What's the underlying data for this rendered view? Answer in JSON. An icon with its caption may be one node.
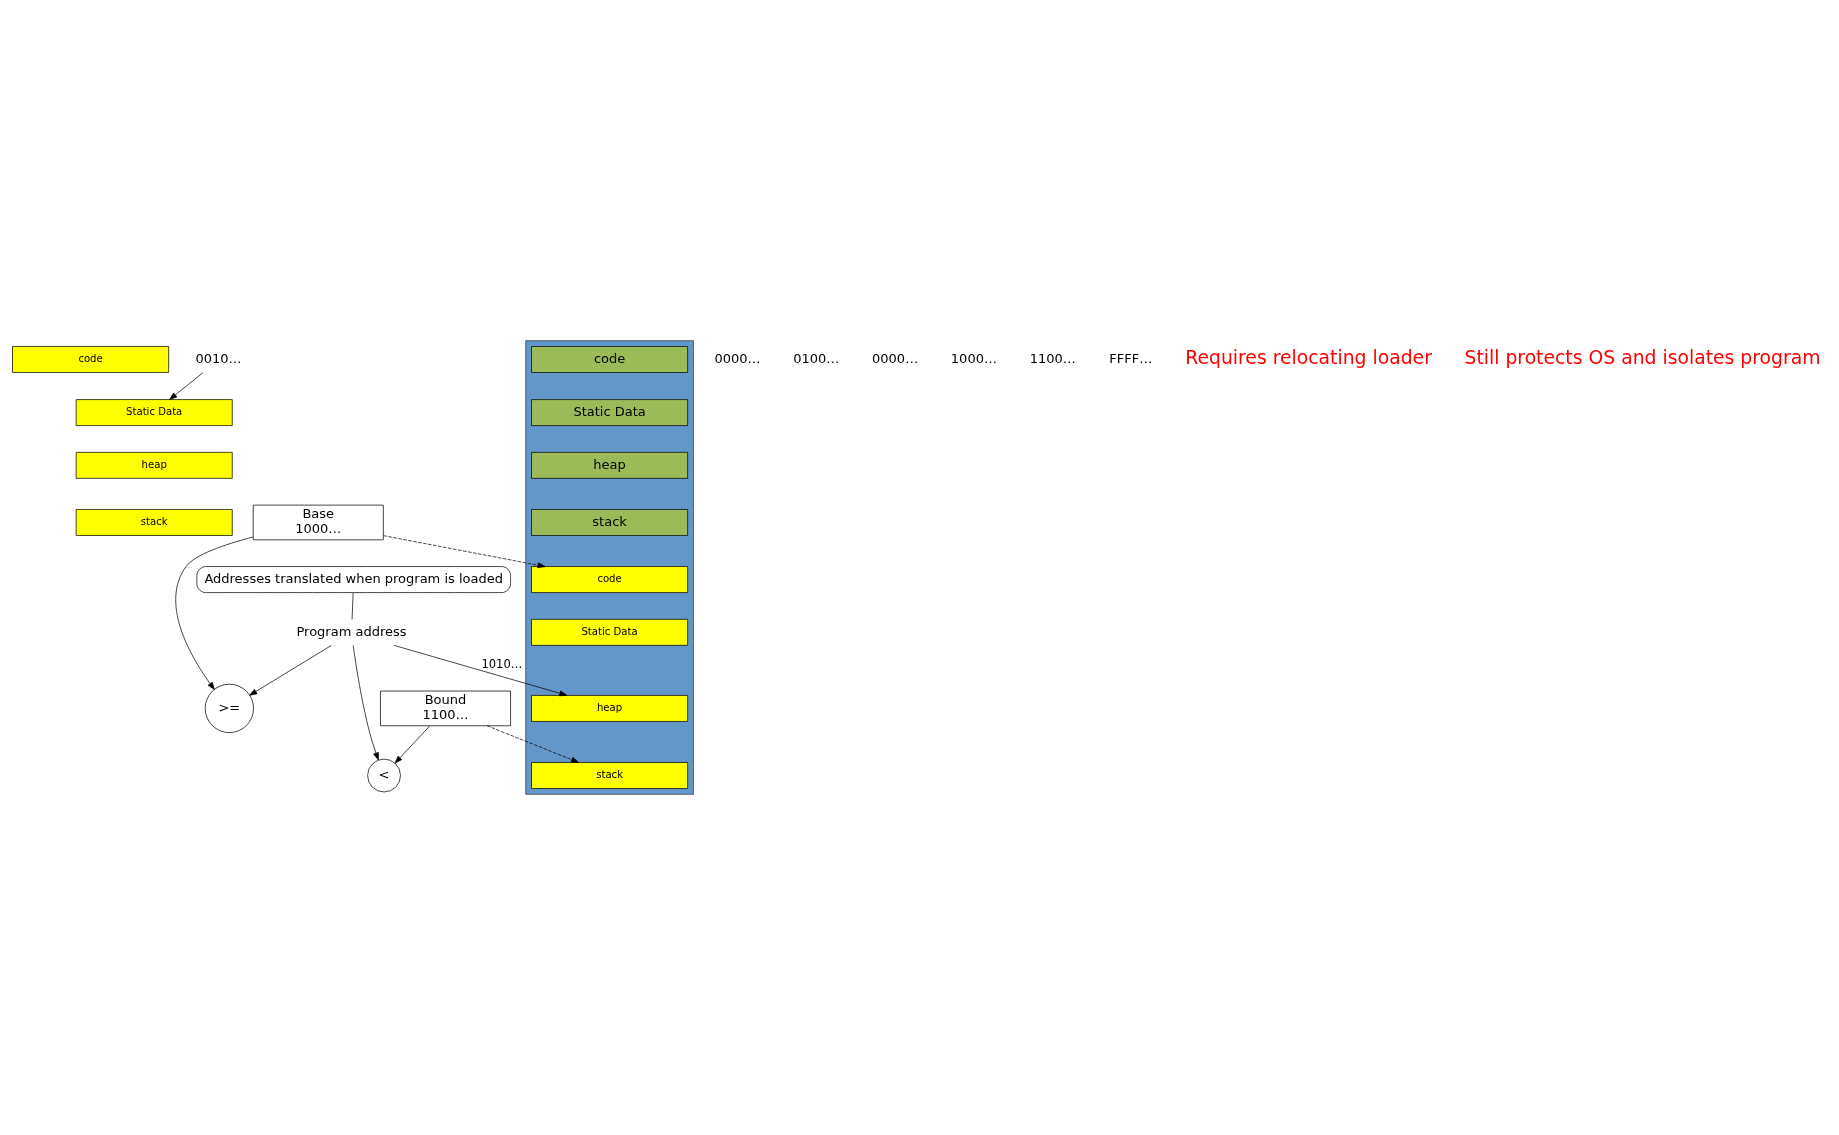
{
  "diagram": {
    "nodes": [
      {
        "text": [
          "code"
        ]
      },
      {
        "text": [
          "Static Data"
        ]
      },
      {
        "text": [
          "heap"
        ]
      },
      {
        "text": [
          "stack"
        ]
      },
      {
        "text": [],
        "shape": "box"
      },
      {
        "text": [
          "code"
        ],
        "in": 4
      },
      {
        "text": [
          "Static Data"
        ],
        "in": 4
      },
      {
        "text": [
          "heap"
        ],
        "in": 4
      },
      {
        "text": [
          "stack"
        ],
        "in": 4
      },
      {
        "text": [
          "code"
        ],
        "in": 4
      },
      {
        "text": [
          "Static Data"
        ],
        "in": 4
      },
      {
        "text": [
          "heap"
        ],
        "in": 4
      },
      {
        "text": [
          "stack"
        ],
        "in": 4
      },
      {
        "text": [
          "Base",
          "1000…"
        ]
      },
      {
        "text": [
          "Bound",
          "1100…"
        ]
      },
      {
        "text": [
          ">="
        ]
      },
      {
        "text": [
          "<"
        ]
      },
      {
        "text": [
          "Program address"
        ]
      },
      {
        "text": [
          "Addresses translated when program is loaded"
        ]
      },
      {
        "text": [
          "0010…"
        ]
      }
    ],
    "edges": [
      {
        "from": 19,
        "to": 1,
        "arrow": "to"
      },
      {
        "from": 13,
        "to": 15,
        "arrow": "to"
      },
      {
        "from": 13,
        "to": 9,
        "arrow": "to",
        "style": "dashed"
      },
      {
        "from": 17,
        "to": 15,
        "arrow": "to"
      },
      {
        "from": 17,
        "to": 11,
        "arrow": "to",
        "label": "1010…"
      },
      {
        "from": 17,
        "to": 16,
        "arrow": "to"
      },
      {
        "from": 14,
        "to": 16,
        "arrow": "to"
      },
      {
        "from": 14,
        "to": 12,
        "arrow": "to",
        "style": "dashed"
      },
      {
        "from": 18,
        "to": 17,
        "arrow": "none"
      }
    ],
    "labels": [
      "0000…",
      "0100…",
      "0000…",
      "1000…",
      "1100…",
      "FFFF…",
      "Requires relocating loader",
      "Still protects OS and isolates program"
    ]
  }
}
